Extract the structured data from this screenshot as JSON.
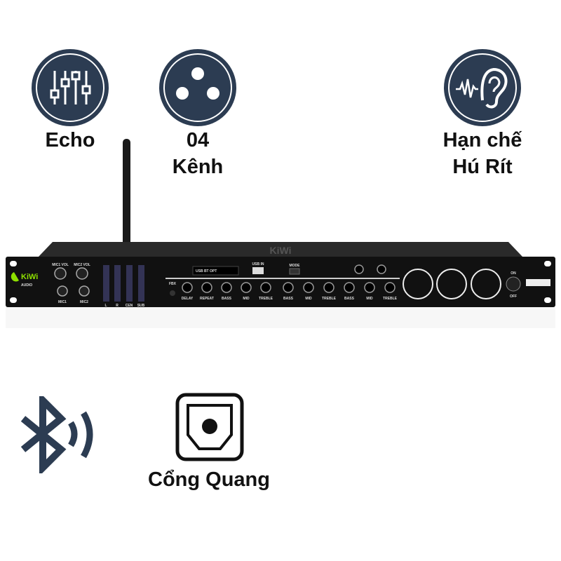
{
  "features": [
    {
      "icon": "equalizer-icon",
      "label_lines": [
        "Echo"
      ]
    },
    {
      "icon": "xlr-connector-icon",
      "label_lines": [
        "04",
        "Kênh"
      ]
    },
    {
      "icon": "ear-sound-icon",
      "label_lines": [
        "Hạn chế",
        "Hú Rít"
      ]
    },
    {
      "icon": "bluetooth-icon",
      "label_lines": []
    },
    {
      "icon": "optical-port-icon",
      "label_lines": [
        "Cổng Quang"
      ]
    }
  ],
  "device": {
    "brand": "KiWi",
    "brand_sub": "AUDIO",
    "mic_labels": [
      "MIC1 VOL",
      "MIC2 VOL",
      "MIC1",
      "MIC2"
    ],
    "meter_labels": [
      "L",
      "R",
      "CEN",
      "SUB"
    ],
    "usb_label": "USB IN",
    "display": "USB BT OPT",
    "buttons": [
      "MODE"
    ],
    "knob_labels": [
      "DELAY",
      "REPEAT",
      "BASS",
      "MID",
      "TREBLE",
      "BASS",
      "MID",
      "TREBLE",
      "BASS",
      "MID",
      "TREBLE"
    ],
    "fbx": "FBX",
    "power": [
      "ON",
      "OFF"
    ]
  },
  "colors": {
    "icon_bg": "#2c3c52",
    "device": "#111111",
    "brand": "#8ee000"
  }
}
